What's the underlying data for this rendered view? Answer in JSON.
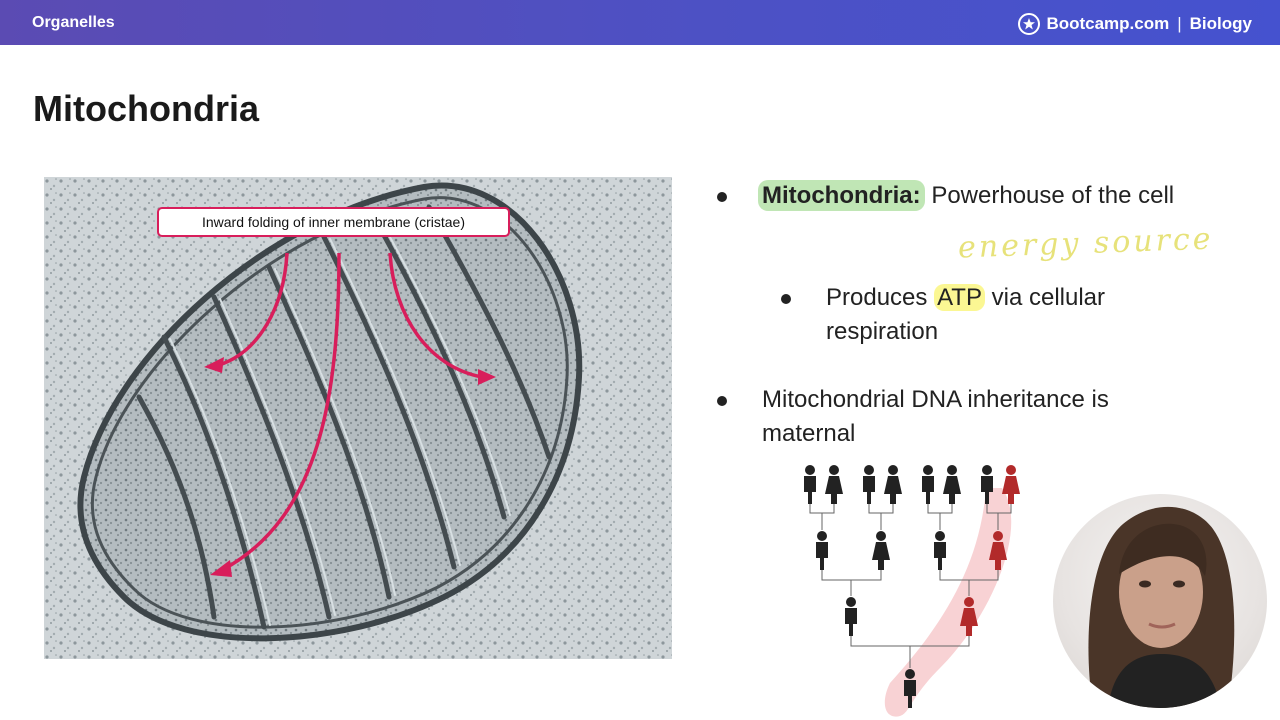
{
  "header": {
    "section": "Organelles",
    "brand": "Bootcamp.com",
    "separator": "|",
    "subject": "Biology",
    "colors": {
      "bar_start": "#5b4bb3",
      "bar_end": "#4552cf"
    }
  },
  "slide": {
    "title": "Mitochondria",
    "image": {
      "callout": "Inward folding of inner membrane (cristae)",
      "arrow_color": "#d81e5b"
    },
    "bullets": [
      {
        "term": "Mitochondria:",
        "text": " Powerhouse of the cell"
      },
      {
        "before": "Produces ",
        "highlight": "ATP",
        "after": " via cellular respiration"
      },
      {
        "text": "Mitochondrial DNA inheritance is maternal"
      }
    ],
    "handwritten_note": "energy source",
    "pedigree": {
      "affected_color": "#b22a2a",
      "unaffected_color": "#222222",
      "highlight_color": "#f8d2d4"
    }
  },
  "presenter": {
    "icon": "webcam-feed"
  }
}
